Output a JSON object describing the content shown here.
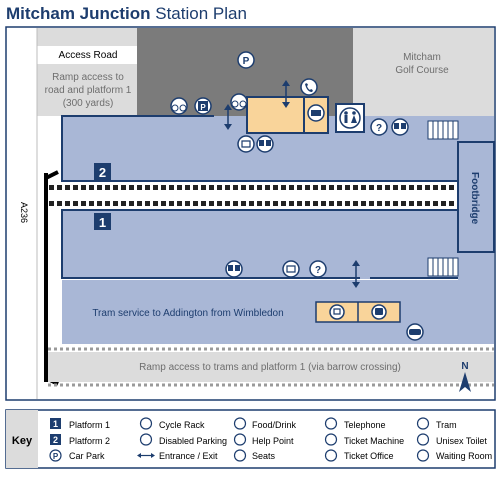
{
  "title": {
    "bold": "Mitcham Junction",
    "rest": "Station Plan"
  },
  "colors": {
    "navy": "#1d3d6e",
    "platform": "#a9b7d6",
    "grey_area": "#dcdcdc",
    "dark_area": "#7b7b7b",
    "building": "#f9d49a",
    "white": "#ffffff"
  },
  "labels": {
    "access_road": "Access Road",
    "ramp_top": [
      "Ramp access to",
      "road and platform 1",
      "(300 yards)"
    ],
    "golf": [
      "Mitcham",
      "Golf Course"
    ],
    "a236": "A236",
    "footbridge": "Footbridge",
    "tram_service": "Tram service to Addington from Wimbledon",
    "ramp_bottom": "Ramp access to trams and platform 1 (via barrow crossing)",
    "north": "N"
  },
  "platform_numbers": {
    "p2": "2",
    "p1": "1"
  },
  "map_icons": [
    {
      "name": "car-park-icon",
      "symbol": "P"
    },
    {
      "name": "cycle-rack-icon",
      "symbol": "cycle"
    },
    {
      "name": "disabled-parking-icon",
      "symbol": "disabled"
    },
    {
      "name": "cycle-rack-icon",
      "symbol": "cycle"
    },
    {
      "name": "entrance-exit-icon",
      "symbol": "arrow"
    },
    {
      "name": "telephone-icon",
      "symbol": "phone"
    },
    {
      "name": "ticket-office-icon",
      "symbol": "ticket"
    },
    {
      "name": "unisex-toilet-icon",
      "symbol": "toilet"
    },
    {
      "name": "help-point-icon",
      "symbol": "?"
    },
    {
      "name": "seats-icon",
      "symbol": "seats"
    }
  ],
  "key": {
    "heading": "Key",
    "items": [
      {
        "badge": "1",
        "icon": "platform-1-badge",
        "label": "Platform 1"
      },
      {
        "badge": "2",
        "icon": "platform-2-badge",
        "label": "Platform 2"
      },
      {
        "badge": "P",
        "icon": "car-park-icon",
        "label": "Car Park"
      },
      {
        "icon": "cycle-rack-icon",
        "label": "Cycle Rack"
      },
      {
        "icon": "disabled-parking-icon",
        "label": "Disabled Parking"
      },
      {
        "icon": "entrance-exit-icon",
        "label": "Entrance / Exit"
      },
      {
        "icon": "food-drink-icon",
        "label": "Food/Drink"
      },
      {
        "icon": "help-point-icon",
        "label": "Help Point"
      },
      {
        "icon": "seats-icon",
        "label": "Seats"
      },
      {
        "icon": "telephone-icon",
        "label": "Telephone"
      },
      {
        "icon": "ticket-machine-icon",
        "label": "Ticket Machine"
      },
      {
        "icon": "ticket-office-icon",
        "label": "Ticket Office"
      },
      {
        "icon": "tram-icon",
        "label": "Tram"
      },
      {
        "icon": "unisex-toilet-icon",
        "label": "Unisex Toilet"
      },
      {
        "icon": "waiting-room-icon",
        "label": "Waiting Room"
      }
    ]
  }
}
